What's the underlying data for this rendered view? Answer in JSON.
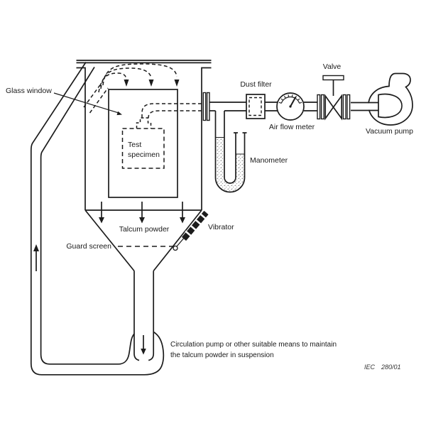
{
  "diagram": {
    "labels": {
      "glass_window": "Glass window",
      "test_specimen_line1": "Test",
      "test_specimen_line2": "specimen",
      "dust_filter": "Dust filter",
      "air_flow_meter": "Air flow meter",
      "valve": "Valve",
      "vacuum_pump": "Vacuum pump",
      "manometer": "Manometer",
      "talcum_powder": "Talcum powder",
      "vibrator": "Vibrator",
      "guard_screen": "Guard screen",
      "circulation_note_line1": "Circulation pump or other suitable means to maintain",
      "circulation_note_line2": "the talcum powder in suspension",
      "figure_std": "IEC",
      "figure_num": "280/01"
    },
    "colors": {
      "line": "#1c1c1c",
      "background": "#ffffff"
    }
  }
}
